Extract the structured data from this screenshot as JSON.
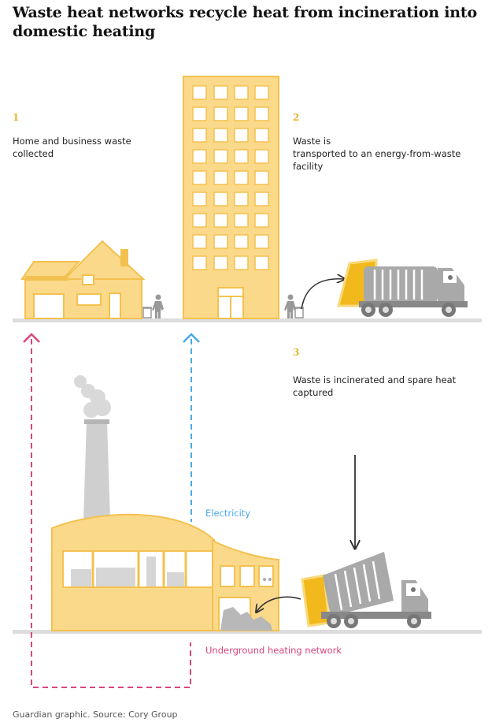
{
  "title": "Waste heat networks recycle heat from incineration into domestic heating",
  "steps": [
    {
      "number": "1",
      "text": "Home and business waste\ncollected"
    },
    {
      "number": "2",
      "text": "Waste is\ntransported to an energy-from-waste\nfacility"
    },
    {
      "number": "3",
      "text": "Waste is incinerated and spare heat\ncaptured"
    }
  ],
  "labels": {
    "electricity": "Electricity",
    "heating_network": "Underground heating network"
  },
  "footer": "Guardian graphic. Source: Cory Group",
  "colors": {
    "building_fill": "#fbd98a",
    "building_stroke": "#f3c14f",
    "truck_grey": "#999999",
    "bin_yellow": "#f2b91c",
    "electricity_blue": "#4aa9e8",
    "heating_pink": "#d9457f",
    "ground": "#dddddd",
    "number_gold": "#e8b32c"
  }
}
